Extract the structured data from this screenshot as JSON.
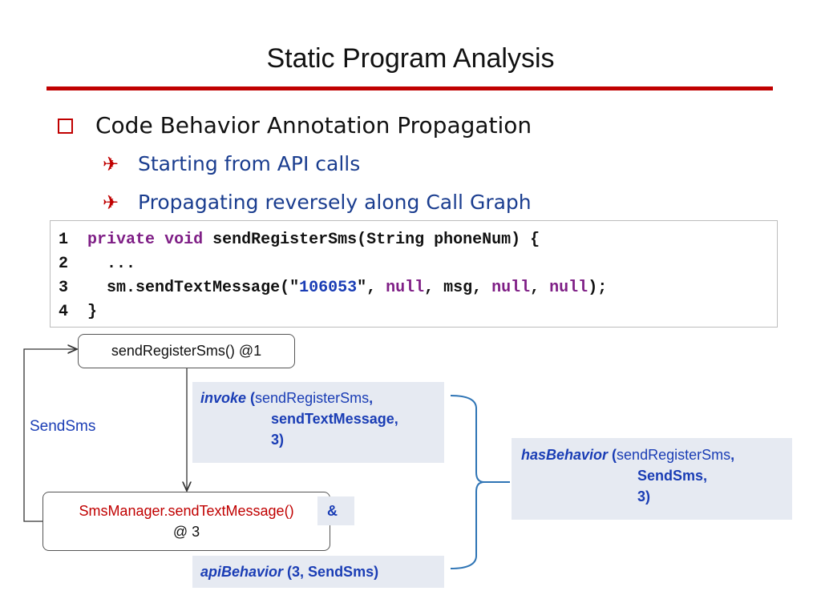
{
  "title": "Static Program Analysis",
  "bullet": "Code Behavior Annotation Propagation",
  "subbullets": [
    "Starting from API calls",
    "Propagating reversely along Call Graph"
  ],
  "code": {
    "line_numbers": [
      "1",
      "2",
      "3",
      "4"
    ],
    "l1_kw1": "private",
    "l1_kw2": "void",
    "l1_rest": "sendRegisterSms(String phoneNum) {",
    "l2": "...",
    "l3_pre": "sm.sendTextMessage(\"",
    "l3_num": "106053",
    "l3_mid1": "\", ",
    "l3_null1": "null",
    "l3_mid2": ", msg, ",
    "l3_null2": "null",
    "l3_mid3": ", ",
    "l3_null3": "null",
    "l3_end": ");",
    "l4": "}"
  },
  "graph": {
    "node1": "sendRegisterSms() @1",
    "node2_api": "SmsManager.sendTextMessage()",
    "node2_at": "@ 3",
    "edge_label": "SendSms"
  },
  "annotations": {
    "invoke_name": "invoke",
    "invoke_open": " (",
    "invoke_arg1": "sendRegisterSms",
    "invoke_comma": ",",
    "invoke_arg2": "sendTextMessage,",
    "invoke_arg3": "3)",
    "amp": "&",
    "api_name": "apiBehavior",
    "api_args": " (3, SendSms)",
    "has_name": "hasBehavior",
    "has_open": " (",
    "has_arg1": "sendRegisterSms",
    "has_comma": ",",
    "has_arg2": "SendSms,",
    "has_arg3": "3)"
  },
  "colors": {
    "accent_red": "#c00000",
    "blue_text": "#1a3db5",
    "keyword_purple": "#7f1f86",
    "box_bg": "#e6eaf2"
  }
}
